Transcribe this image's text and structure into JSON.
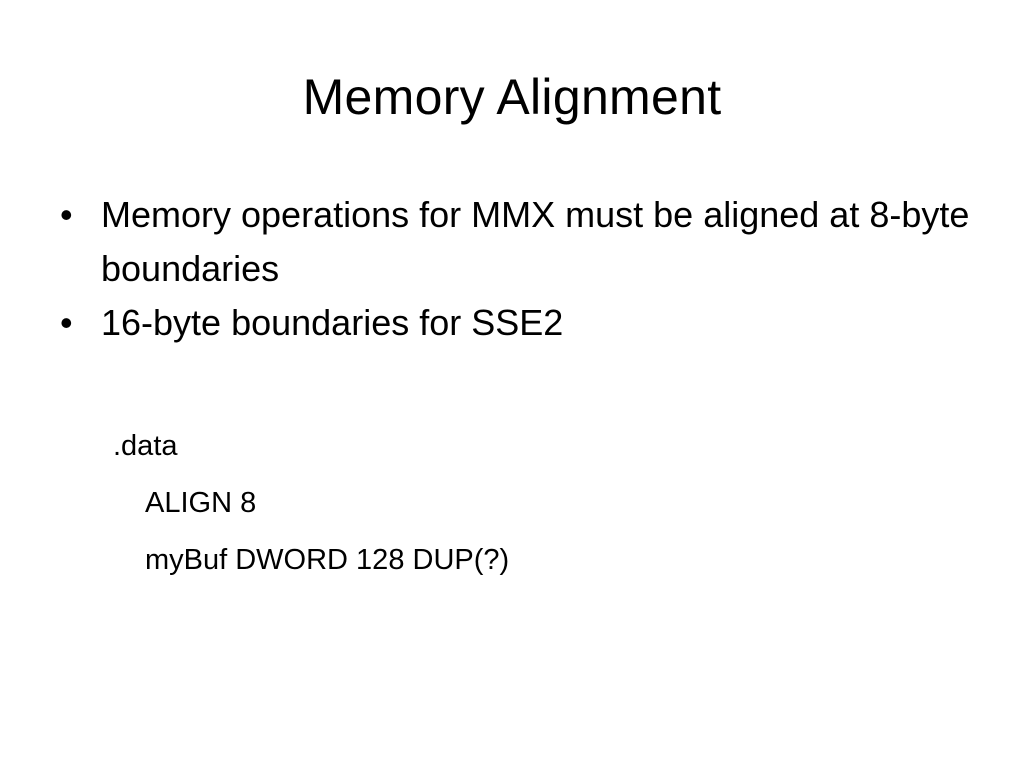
{
  "slide": {
    "title": "Memory Alignment",
    "bullets": [
      {
        "text": "Memory operations for MMX must be aligned at 8-byte boundaries"
      },
      {
        "text": "16-byte boundaries for SSE2"
      }
    ],
    "bullet_glyph": "•",
    "code": {
      "line1": ".data",
      "line2": "ALIGN 8",
      "line3": "myBuf DWORD 128 DUP(?)"
    }
  }
}
